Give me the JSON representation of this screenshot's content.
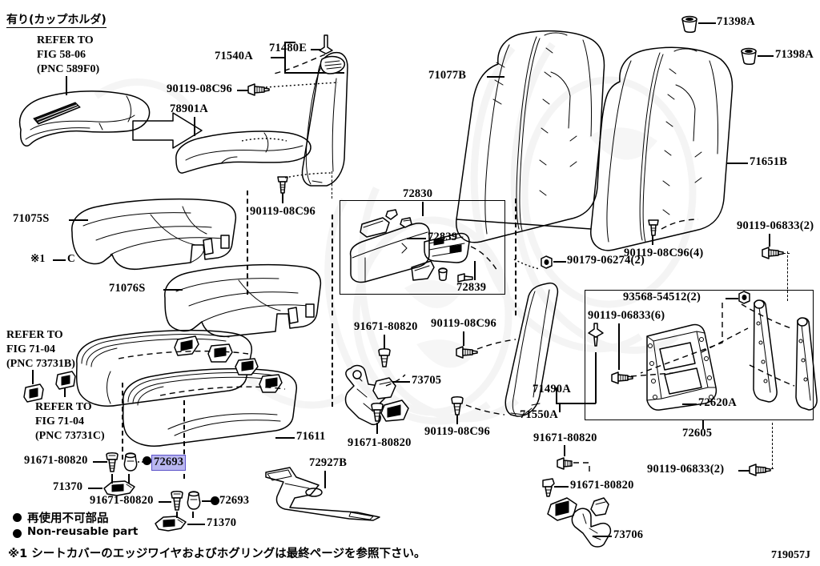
{
  "diagram": {
    "figure_code": "719057J",
    "header_note": "有り(カップホルダ)",
    "footnote_jp": "※1 シートカバーのエッジワイヤおよびホグリングは最終ページを参照下さい。",
    "legend": {
      "jp": "再使用不可部品",
      "en": "Non-reusable part"
    },
    "mark_note": "※1",
    "mark_note_suffix": "C"
  },
  "refer_blocks": [
    {
      "id": "refer-58-06",
      "line1": "REFER TO",
      "line2": "FIG 58-06",
      "line3": "(PNC 589F0)"
    },
    {
      "id": "refer-71-04-b",
      "line1": "REFER TO",
      "line2": "FIG 71-04",
      "line3": "(PNC 73731B)"
    },
    {
      "id": "refer-71-04-c",
      "line1": "REFER TO",
      "line2": "FIG 71-04",
      "line3": "(PNC 73731C)"
    }
  ],
  "part_labels": {
    "p71540A": "71540A",
    "p71480E": "71480E",
    "p90119_08C96_top": "90119-08C96",
    "p78901A": "78901A",
    "p71077B": "71077B",
    "p71398A_1": "71398A",
    "p71398A_2": "71398A",
    "p71651B": "71651B",
    "p71075S": "71075S",
    "p71076S": "71076S",
    "p90119_08C96_mid": "90119-08C96",
    "p72830": "72830",
    "p72839_top": "72839",
    "p72839_bottom": "72839",
    "p90179_06274": "90179-06274(2)",
    "p90119_08C96_4": "90119-08C96(4)",
    "p90119_06833_2a": "90119-06833(2)",
    "p93568_54512": "93568-54512(2)",
    "p90119_06833_6": "90119-06833(6)",
    "p72620A": "72620A",
    "p72605": "72605",
    "p90119_06833_2b": "90119-06833(2)",
    "p91671_80820_a": "91671-80820",
    "p90119_08C96_c": "90119-08C96",
    "p73705": "73705",
    "p71490A": "71490A",
    "p71550A": "71550A",
    "p91671_80820_b": "91671-80820",
    "p90119_08C96_d": "90119-08C96",
    "p71611": "71611",
    "p72927B": "72927B",
    "p91671_80820_c": "91671-80820",
    "p72693_highlight": "72693",
    "p71370_a": "71370",
    "p91671_80820_d": "91671-80820",
    "p72693_b": "72693",
    "p71370_b": "71370",
    "p91671_80820_e": "91671-80820",
    "p91671_80820_f": "91671-80820",
    "p73706": "73706"
  },
  "colors": {
    "highlight_fill": "#b9b6f0",
    "highlight_border": "#5b52c9",
    "ink": "#000000",
    "background": "#ffffff"
  }
}
